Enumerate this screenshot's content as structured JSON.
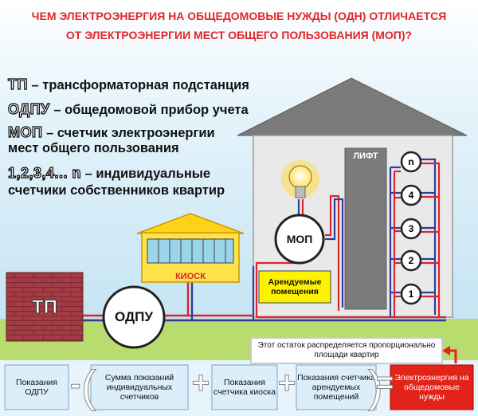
{
  "title": {
    "line1": "ЧЕМ ЭЛЕКТРОЭНЕРГИЯ НА ОБЩЕДОМОВЫЕ НУЖДЫ (ОДН) ОТЛИЧАЕТСЯ",
    "line2": "ОТ ЭЛЕКТРОЭНЕРГИИ МЕСТ ОБЩЕГО ПОЛЬЗОВАНИЯ (МОП)?"
  },
  "legend": [
    {
      "abbr": "ТП",
      "text": " – трансформаторная подстанция"
    },
    {
      "abbr": "ОДПУ",
      "text": " – общедомовой прибор учета"
    },
    {
      "abbr": "МОП",
      "text": " – счетчик электроэнергии",
      "line2": "мест общего пользования"
    },
    {
      "abbr": "1,2,3,4... n",
      "text": " – индивидуальные",
      "line2": "счетчики собственников квартир"
    }
  ],
  "diagram": {
    "tp": "ТП",
    "odpu": "ОДПУ",
    "kiosk": "КИОСК",
    "mop": "МОП",
    "lift": "ЛИФТ",
    "rented": "Арендуемые помещения",
    "meters": [
      "n",
      "4",
      "3",
      "2",
      "1"
    ],
    "note": "Этот остаток распределяется пропорционально площади квартир"
  },
  "formula": {
    "box1": "Показания ОДПУ",
    "op1": "-",
    "box2": "Сумма показаний индивидуальных счетчиков",
    "op2": "+",
    "box3": "Показания счетчика киоска",
    "op3": "+",
    "box4": "Показания счетчика арендуемых помещений",
    "op4": "=",
    "box5": "Электроэнергия на общедомовые нужды"
  },
  "colors": {
    "title": "#e0262b",
    "sky_top": "#b9dff1",
    "ground": "#b9dc6f",
    "brick": "#9c3a40",
    "wire_red": "#d8262c",
    "wire_blue": "#2d3f9a",
    "result_box": "#e2231a",
    "formula_box": "#dbeefa"
  }
}
